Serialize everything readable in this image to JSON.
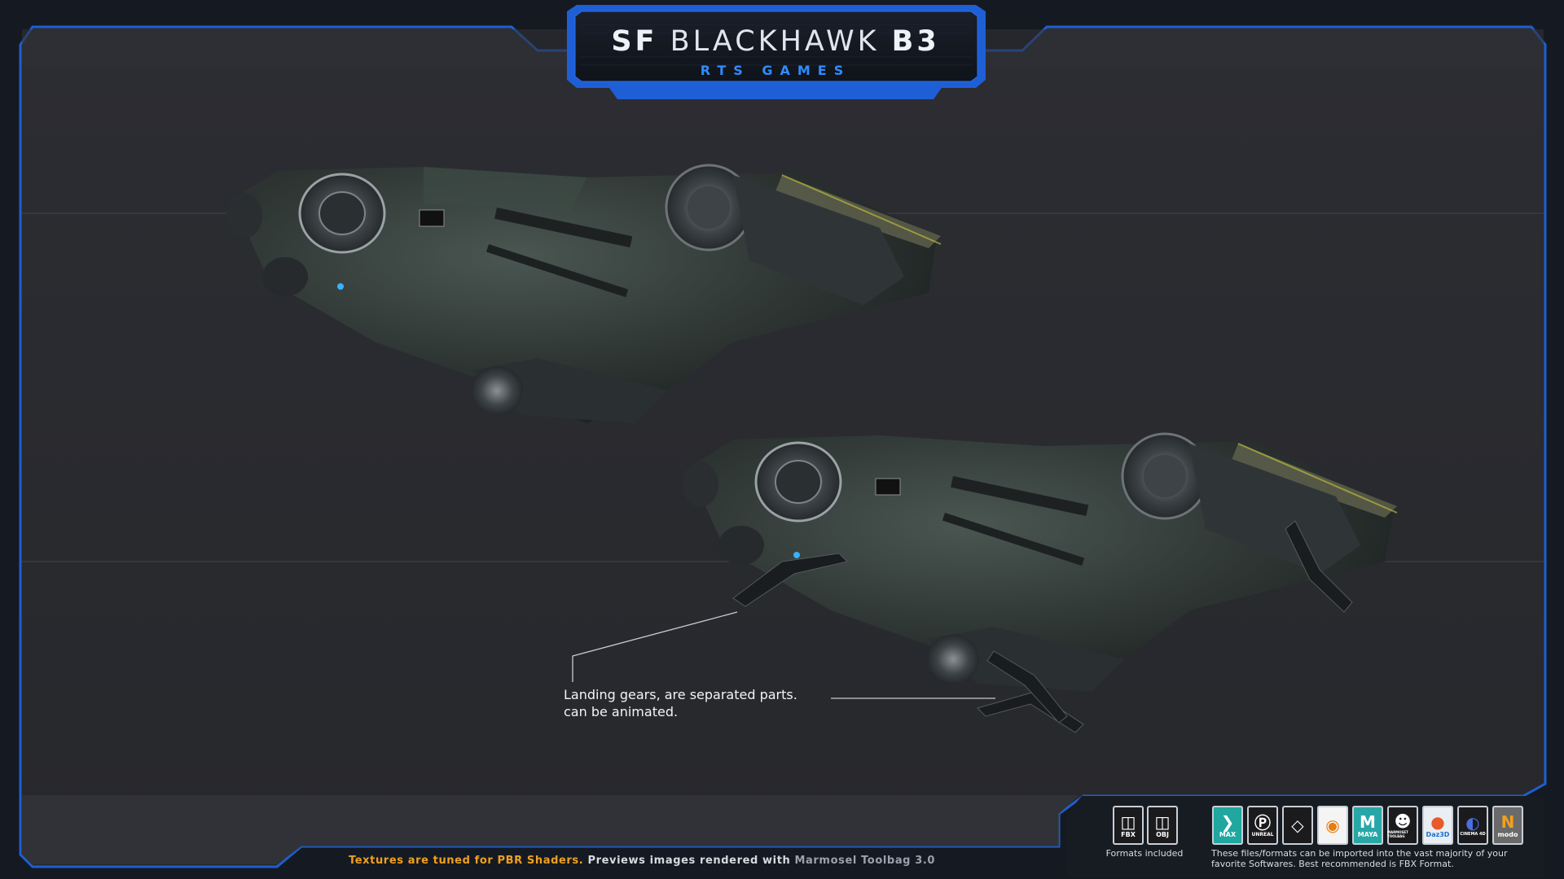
{
  "title": {
    "prefix": "SF",
    "name": "BLACKHAWK",
    "suffix": "B3",
    "subtitle": "RTS GAMES"
  },
  "callout": {
    "line1": "Landing gears, are separated parts.",
    "line2": "can be animated."
  },
  "footer": {
    "part1": "Textures are tuned for PBR Shaders.",
    "part2": " Previews images rendered with ",
    "part3": "Marmosel Toolbag 3.0"
  },
  "formats": {
    "label": "Formats included",
    "items": [
      {
        "icon": "fbx-file-icon",
        "text": "FBX"
      },
      {
        "icon": "obj-file-icon",
        "text": "OBJ"
      }
    ]
  },
  "software": {
    "label": "These files/formats can be imported into the vast majority of your favorite Softwares. Best recommended is FBX Format.",
    "items": [
      {
        "icon": "3dsmax-icon",
        "text": "MAX",
        "color": "#1fa7a0"
      },
      {
        "icon": "unreal-icon",
        "text": "UNREAL",
        "color": "#1b1b1d"
      },
      {
        "icon": "unity-icon",
        "text": "",
        "color": "#1b1b1d"
      },
      {
        "icon": "blender-icon",
        "text": "",
        "color": "#f4f4f4"
      },
      {
        "icon": "maya-icon",
        "text": "MAYA",
        "color": "#27a8a6"
      },
      {
        "icon": "marmoset-icon",
        "text": "MARMOSET TOOLBAG",
        "color": "#1b1b1d"
      },
      {
        "icon": "daz3d-icon",
        "text": "Daz3D",
        "color": "#e9eef3"
      },
      {
        "icon": "cinema4d-icon",
        "text": "CINEMA 4D",
        "color": "#1b1b1d"
      },
      {
        "icon": "modo-icon",
        "text": "modo",
        "color": "#6a6a6a"
      }
    ]
  },
  "colors": {
    "accent": "#1f6fe0",
    "highlight": "#f0a020",
    "panel": "#2a2b30"
  }
}
